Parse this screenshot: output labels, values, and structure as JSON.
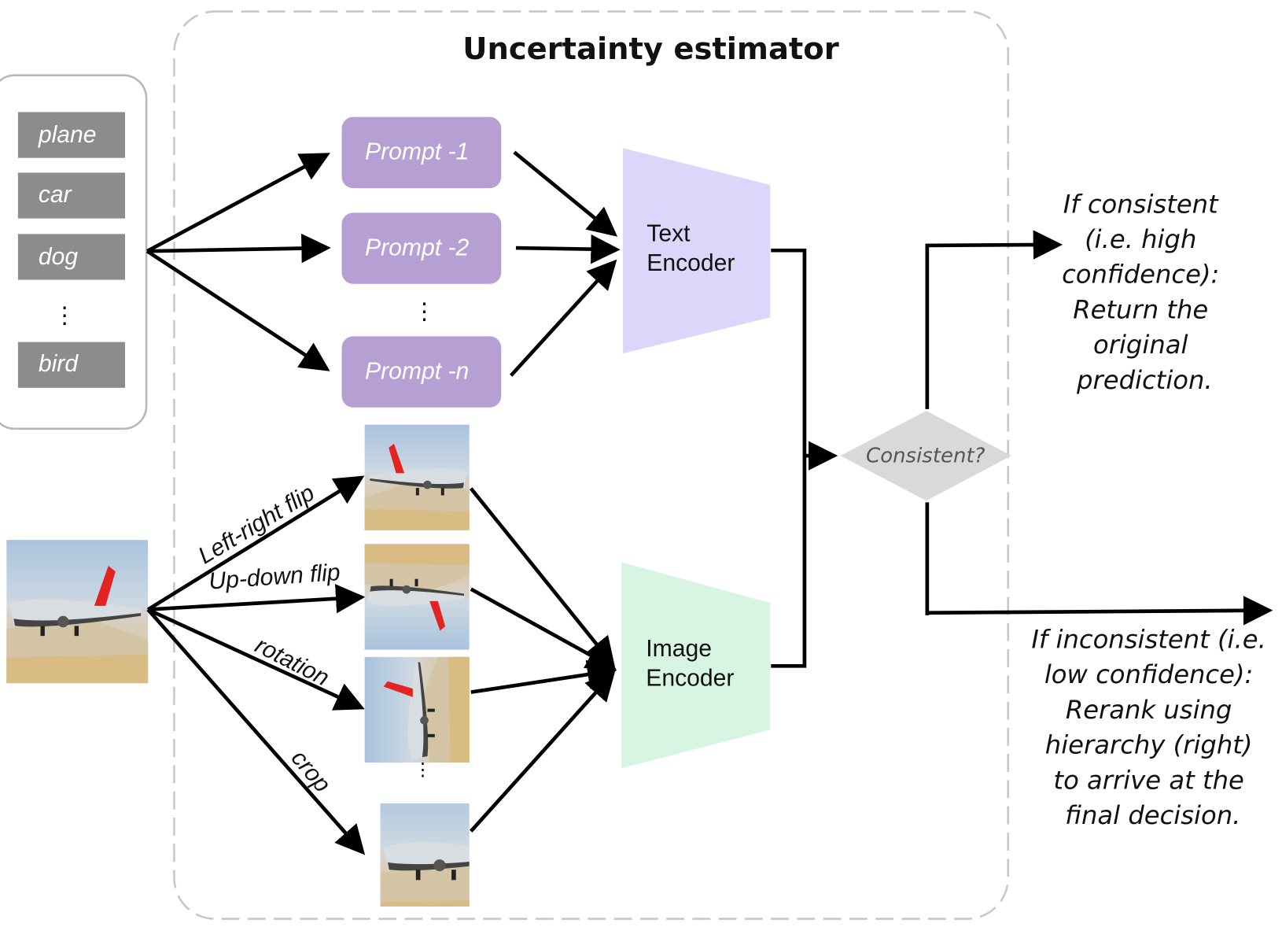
{
  "title": "Uncertainty estimator",
  "class_list": {
    "items": [
      "plane",
      "car",
      "dog",
      "bird"
    ],
    "ellipsis": "⋮"
  },
  "prompts": {
    "items": [
      "Prompt -1",
      "Prompt -2",
      "Prompt -n"
    ],
    "ellipsis": "⋮"
  },
  "text_encoder": {
    "line1": "Text",
    "line2": "Encoder"
  },
  "image_encoder": {
    "line1": "Image",
    "line2": "Encoder"
  },
  "augmentations": {
    "labels": [
      "Left-right flip",
      "Up-down flip",
      "rotation",
      "crop"
    ],
    "ellipsis": "⋮"
  },
  "decision": {
    "label": "Consistent?"
  },
  "outcomes": {
    "consistent": [
      "If consistent",
      "(i.e. high",
      "confidence):",
      "Return the",
      "original",
      "prediction."
    ],
    "inconsistent": [
      "If inconsistent (i.e.",
      "low confidence):",
      "Rerank using",
      "hierarchy (right)",
      "to arrive at the",
      "final decision."
    ]
  },
  "colors": {
    "class_box": "#8c8c8c",
    "prompt_box": "#b59fd3",
    "text_encoder": "#dcd6fa",
    "image_encoder": "#d7f5e2",
    "diamond": "#d9d9d9",
    "dashed_border": "#c8c8c8"
  }
}
